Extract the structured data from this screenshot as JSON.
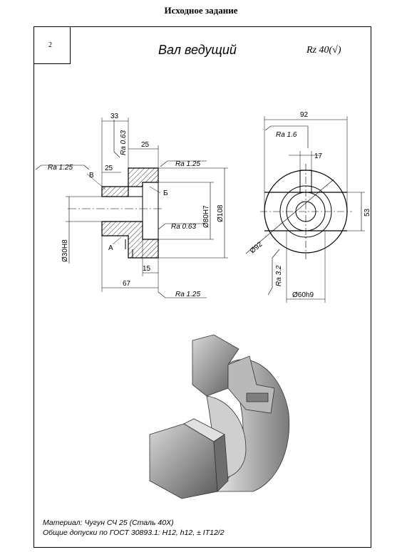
{
  "heading": "Исходное задание",
  "sheet_number": "2",
  "part_title": "Вал ведущий",
  "general_roughness": "Rz 40(√)",
  "section_view": {
    "dims": {
      "d33": "33",
      "d25_top": "25",
      "d25_left": "25",
      "d15": "15",
      "d67": "67",
      "bore_d80": "Ø80H7",
      "outer_d108": "Ø108",
      "bore_d30": "Ø30H8"
    },
    "roughness": {
      "ra063_vertical": "Ra 0.63",
      "ra125_left": "Ra 1.25",
      "ra125_top": "Ra 1.25",
      "ra063_inner": "Ra 0.63",
      "ra125_bottom": "Ra 1.25"
    },
    "letters": {
      "b_cyr": "В",
      "a_cyr": "А",
      "be_cyr": "Б"
    }
  },
  "end_view": {
    "dims": {
      "d92_top": "92",
      "d17": "17",
      "d53": "53",
      "d92_diag": "Ø92",
      "d60": "Ø60h9"
    },
    "roughness": {
      "ra16": "Ra 1.6",
      "ra32": "Ra 3.2"
    }
  },
  "notes": {
    "material": "Материал: Чугун СЧ 25 (Сталь 40Х)",
    "tolerances": "Общие допуски по ГОСТ 30893.1: H12, h12, ± IT12/2"
  }
}
